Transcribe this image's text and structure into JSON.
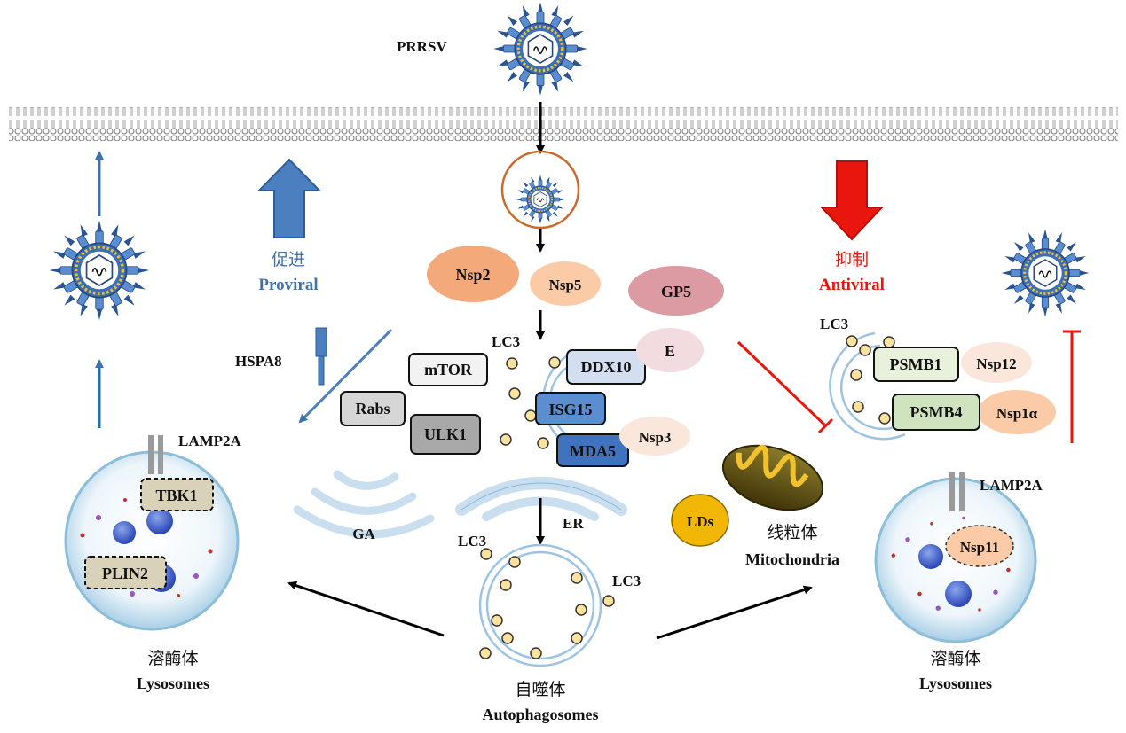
{
  "virus_label": "PRRSV",
  "proviral": {
    "cn": "促进",
    "en": "Proviral"
  },
  "antiviral": {
    "cn": "抑制",
    "en": "Antiviral"
  },
  "nsp": {
    "nsp2": "Nsp2",
    "nsp5": "Nsp5",
    "gp5": "GP5",
    "e": "E",
    "nsp3": "Nsp3",
    "nsp12": "Nsp12",
    "nsp1a": "Nsp1α",
    "nsp11": "Nsp11"
  },
  "hspa8": "HSPA8",
  "host_boxes": {
    "mtor": "mTOR",
    "rabs": "Rabs",
    "ulk1": "ULK1",
    "ddx10": "DDX10",
    "isg15": "ISG15",
    "mda5": "MDA5",
    "psmb1": "PSMB1",
    "psmb4": "PSMB4"
  },
  "lc3": "LC3",
  "lamp2a": "LAMP2A",
  "lysosome_left": {
    "tbk1": "TBK1",
    "plin2": "PLIN2"
  },
  "organelles": {
    "ga": "GA",
    "er": "ER",
    "lds": "LDs",
    "mito_cn": "线粒体",
    "mito_en": "Mitochondria"
  },
  "lysosomes": {
    "cn": "溶酶体",
    "en": "Lysosomes"
  },
  "autophagosomes": {
    "cn": "自噬体",
    "en": "Autophagosomes"
  },
  "colors": {
    "proviral_blue": "#3f73ad",
    "antiviral_red": "#e8160c",
    "virus_blue": "#2b5592",
    "virus_yellow": "#f2c12e",
    "lc3_dot": "#fbe39e"
  }
}
